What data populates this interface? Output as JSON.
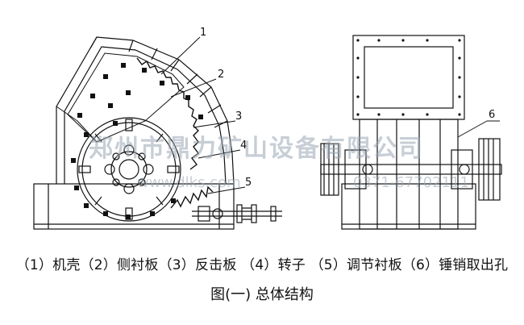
{
  "callouts": [
    "1",
    "2",
    "3",
    "4",
    "5",
    "6"
  ],
  "legend": "（1）机壳（2）侧衬板（3）反击板 （4）转子 （5）调节衬板（6）锤销取出孔",
  "title": "图(一)  总体结构",
  "watermark": {
    "company": "郑州市鼎力矿山设备有限公司",
    "site": "www.dlks.com",
    "phone": "0371-67702111"
  }
}
